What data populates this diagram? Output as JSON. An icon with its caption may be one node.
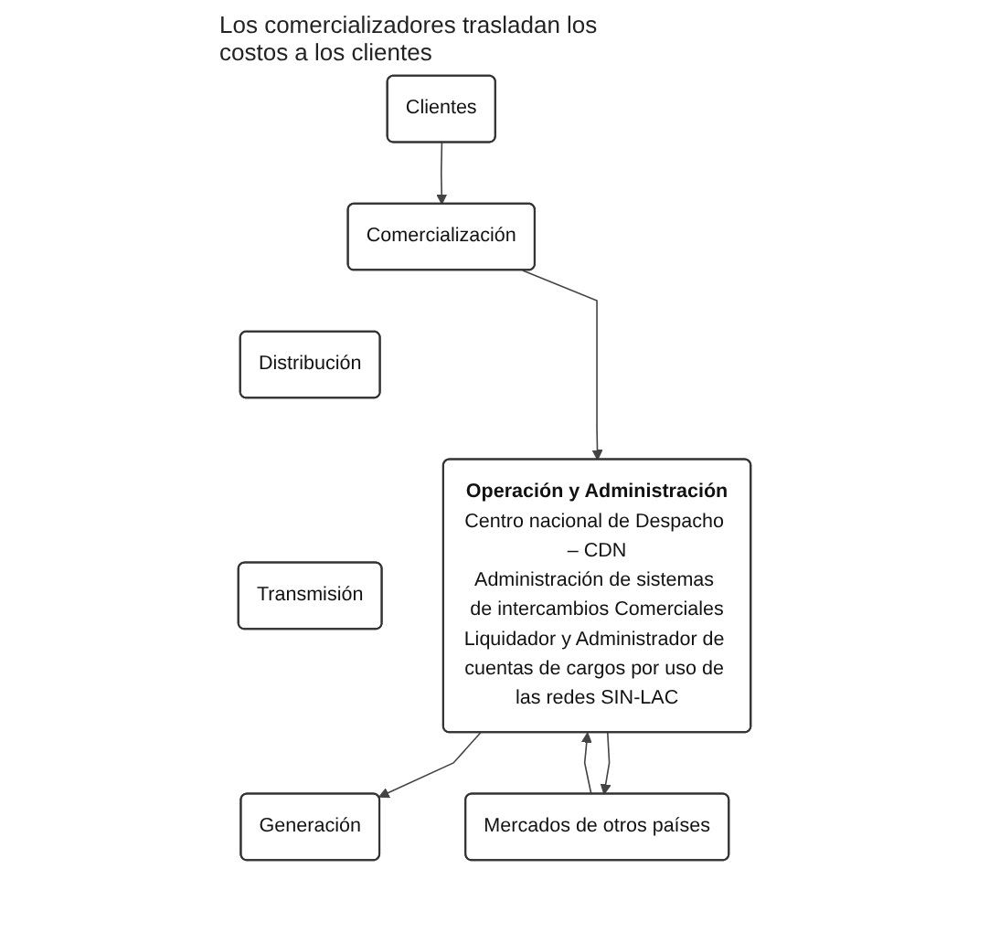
{
  "diagram": {
    "nodes": [
      {
        "text": [
          "Clientes"
        ]
      },
      {
        "text": [
          "Comercialización"
        ]
      },
      {
        "text": [
          "Distribución"
        ]
      },
      {
        "text": [
          "Transmisión"
        ]
      },
      {
        "text": [
          "Generación"
        ]
      },
      {
        "text": [
          "Operación y Administración",
          "Centro nacional de Despacho – CDN",
          "Administración de sistemas de intercambios Comerciales",
          "Liquidador y Administrador de cuentas de cargos por uso de las redes SIN-LAC"
        ]
      },
      {
        "text": [
          "Mercados de otros países"
        ]
      }
    ],
    "edges": [
      {
        "from": 0,
        "to": 1,
        "arrow": "to"
      },
      {
        "from": 1,
        "to": 5,
        "arrow": "to"
      },
      {
        "from": 5,
        "to": 4,
        "arrow": "to"
      },
      {
        "from": 5,
        "to": 6,
        "arrow": "to"
      },
      {
        "from": 6,
        "to": 5,
        "arrow": "to"
      }
    ],
    "labels": [
      "Los comercializadores trasladan los costos a los clientes"
    ]
  }
}
